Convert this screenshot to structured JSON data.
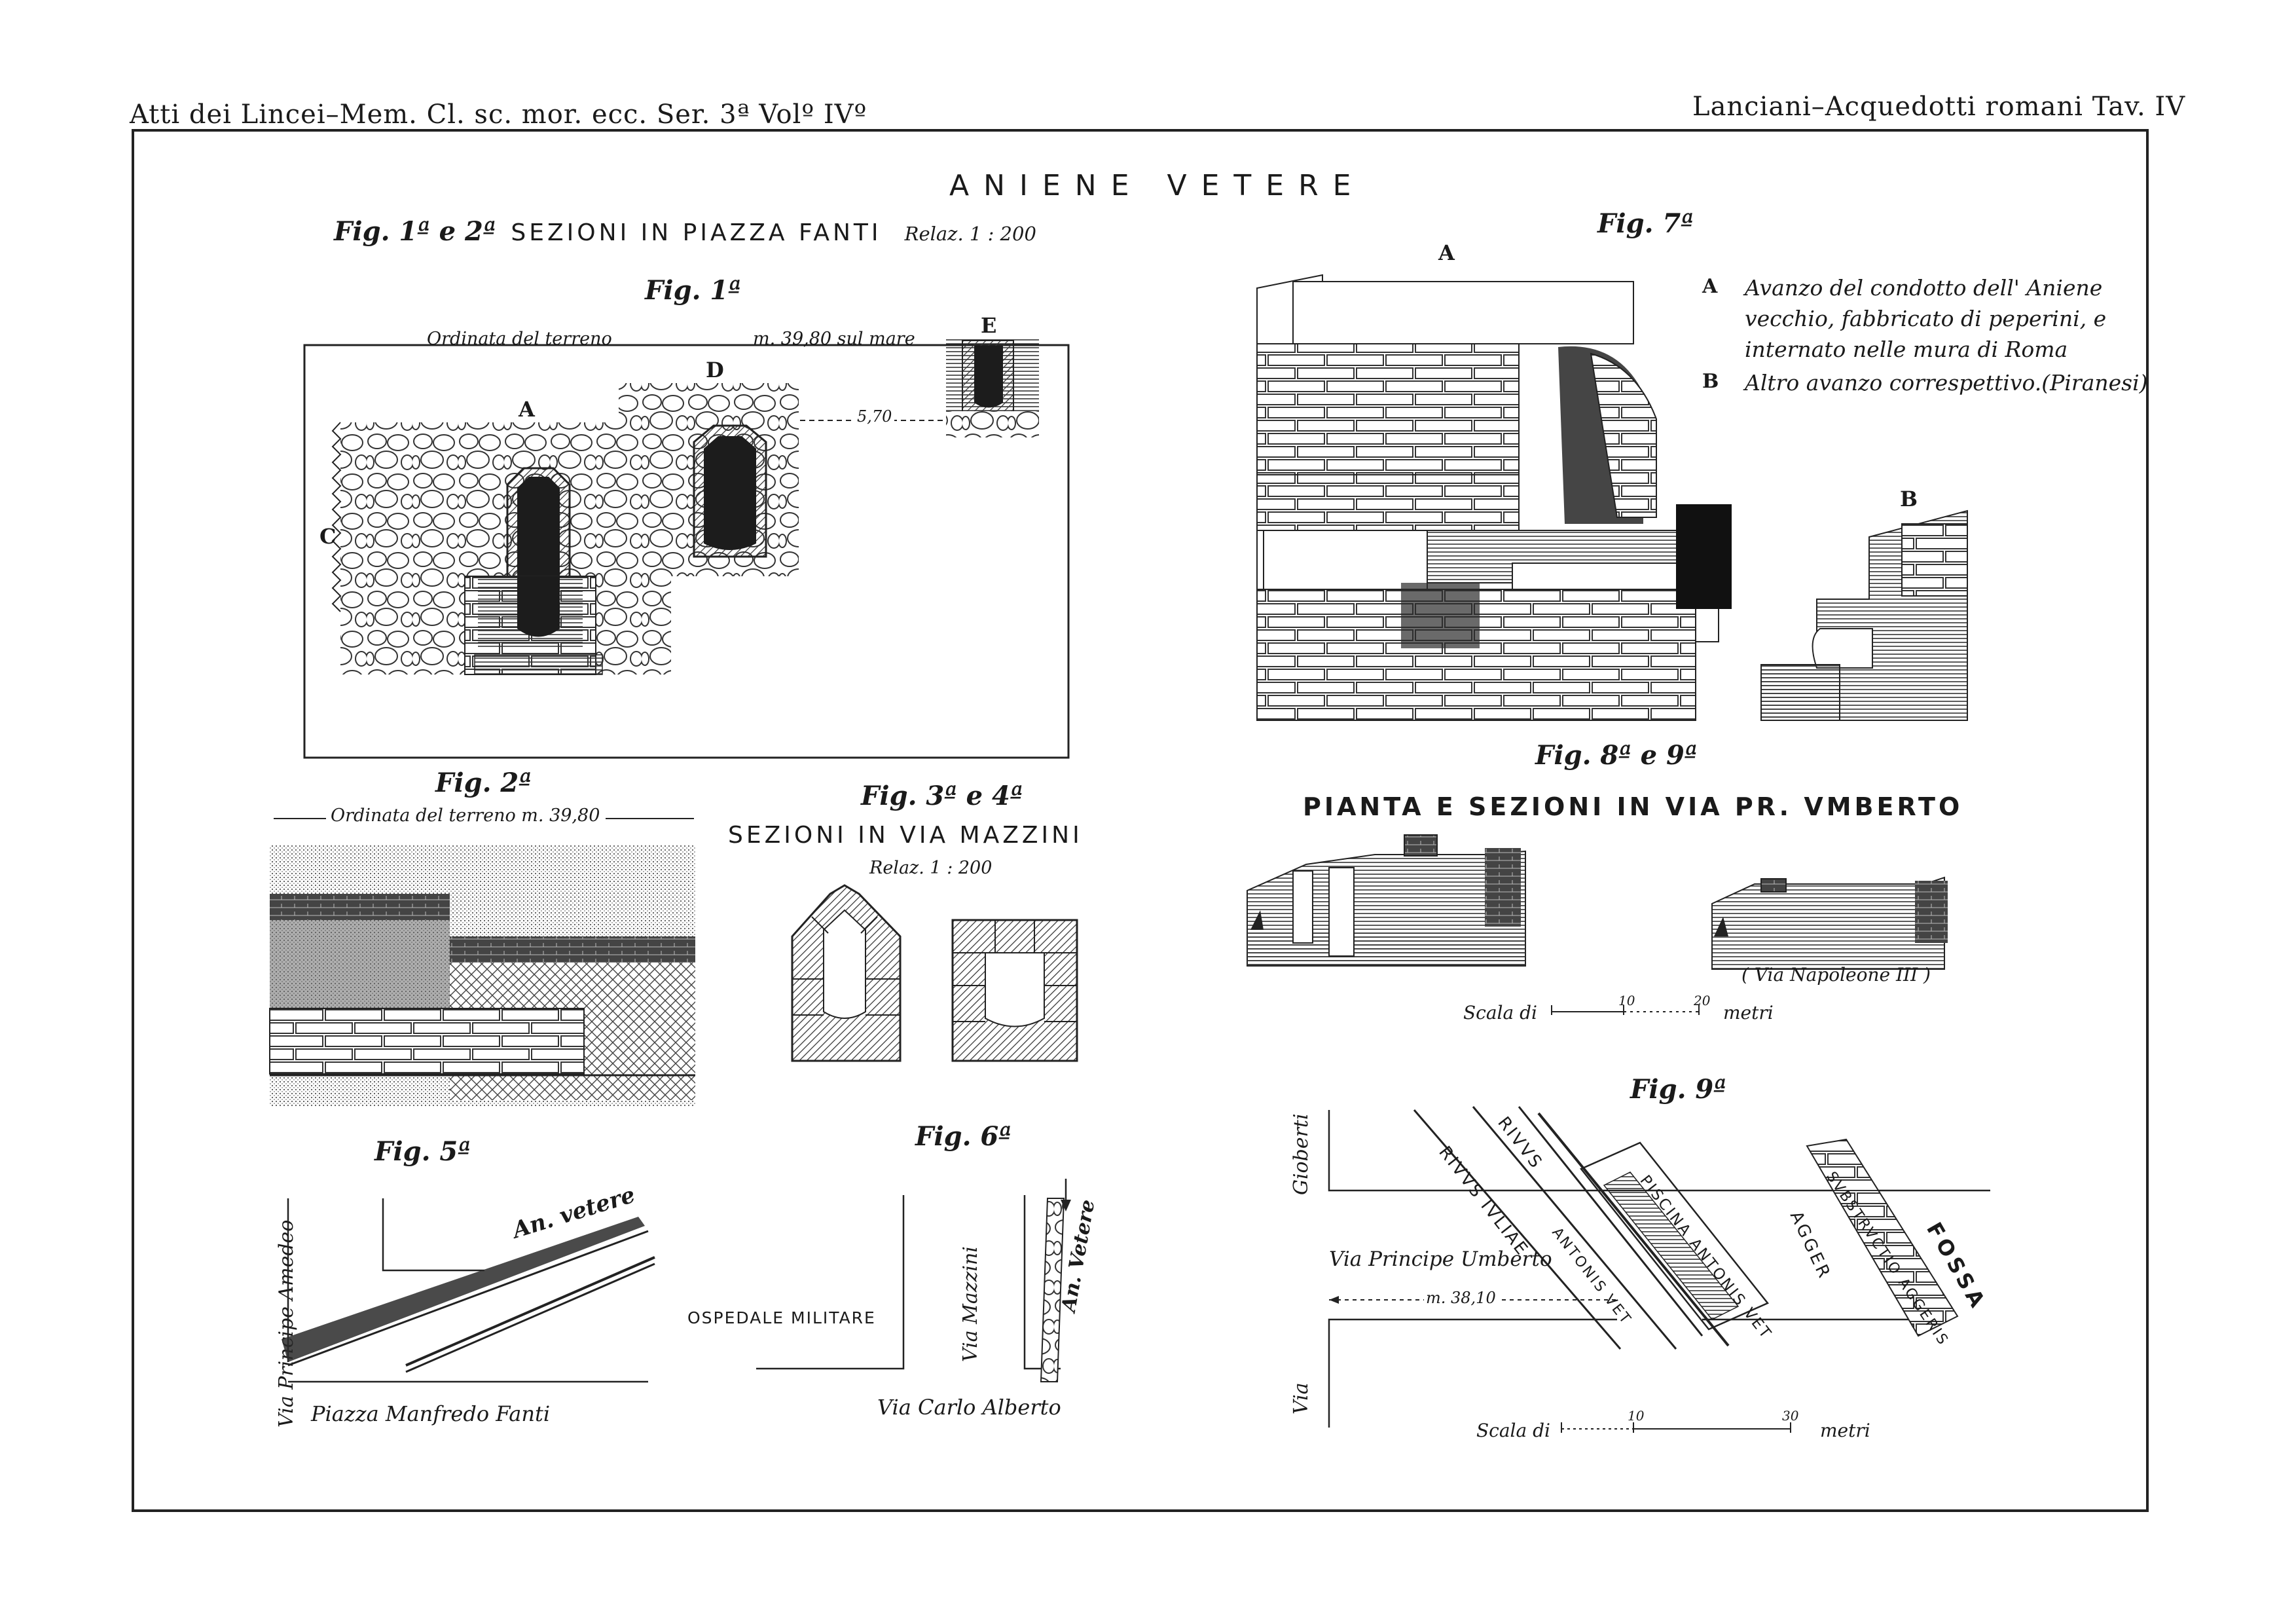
{
  "header": {
    "left": "Atti dei Lincei–Mem. Cl. sc. mor. ecc. Ser. 3ª Volº IVº",
    "right": "Lanciani–Acquedotti romani   Tav. IV"
  },
  "title": "ANIENE VETERE",
  "fig12": {
    "caption_fig": "Fig. 1ª e 2ª",
    "caption_text": "SEZIONI IN PIAZZA FANTI",
    "relaz": "Relaz. 1 : 200"
  },
  "fig1": {
    "label": "Fig. 1ª",
    "ordinata": "Ordinata del terreno",
    "quota": "m. 39,80 sul mare",
    "A": "A",
    "C": "C",
    "D": "D",
    "E": "E",
    "dist": "5,70"
  },
  "fig2": {
    "label": "Fig. 2ª",
    "ordinata": "Ordinata del terreno m. 39,80"
  },
  "fig34": {
    "label": "Fig. 3ª e 4ª",
    "heading": "SEZIONI IN VIA MAZZINI",
    "relaz": "Relaz. 1 : 200"
  },
  "fig5": {
    "label": "Fig. 5ª",
    "via": "Via Principe Amedeo",
    "an": "An. vetere",
    "piazza": "Piazza Manfredo Fanti"
  },
  "fig6": {
    "label": "Fig. 6ª",
    "ospedale": "OSPEDALE MILITARE",
    "via_mazzini": "Via Mazzini",
    "an": "An. Vetere",
    "via_carlo": "Via Carlo Alberto"
  },
  "fig7": {
    "label": "Fig. 7ª",
    "A": "A",
    "B": "B",
    "legend": [
      {
        "key": "A",
        "lines": [
          "Avanzo del condotto dell' Aniene",
          "vecchio, fabbricato di peperini, e",
          "internato nelle mura di Roma"
        ]
      },
      {
        "key": "B",
        "lines": [
          "Altro avanzo correspettivo.(Piranesi)"
        ]
      }
    ]
  },
  "fig89": {
    "label": "Fig. 8ª e 9ª",
    "heading": "PIANTA E SEZIONI IN VIA PR. VMBERTO",
    "via_napoleone": "( Via Napoleone III )",
    "scala": "Scala di",
    "scale_10": "10",
    "scale_20": "20",
    "metri": "metri"
  },
  "fig9": {
    "label": "Fig. 9ª",
    "gioberti": "Gioberti",
    "via": "Via",
    "via_principe": "Via Principe Umberto",
    "quota": "m. 38,10",
    "rivus_julia": "RIVVS IVLIAE",
    "rivus": "RIVVS",
    "antonis": "ANTONIS VET",
    "piscina": "PISCINA ANTONIS VET",
    "agger": "AGGER",
    "substructio": "SVBSTRVCTIO AGGERIS",
    "fossa": "FOSSA",
    "scala": "Scala di",
    "scale_10": "10",
    "scale_30": "30",
    "metri": "metri"
  }
}
